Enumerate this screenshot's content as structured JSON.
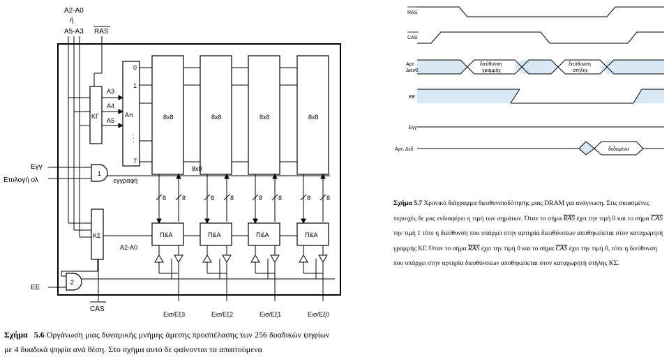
{
  "fig56": {
    "addr_top1": "A2-A0",
    "addr_top2": "ή",
    "addr_top3": "A5-A3",
    "ras_top": "RAS",
    "kg": "ΚΓ",
    "a3": "A3",
    "a4": "A4",
    "a5": "A5",
    "dec": "Απ",
    "dec_0": "0",
    "dec_1": "1",
    "dec_7": "7",
    "dots": ". . .",
    "egg_in": "Εγγ",
    "select_in": "Επιλογή ολ",
    "and1": "1",
    "and2": "2",
    "eggrafi": "εγγραφή",
    "ks": "ΚΣ",
    "a2a0": "A2-A0",
    "ee_in": "ΕΕ",
    "cas_bottom": "CAS",
    "cell": "8x8",
    "cell_mid": "8x8",
    "bus8": "8",
    "pa": "Π&Α",
    "io": [
      "Εισ/Εξ3",
      "Εισ/Εξ2",
      "Εισ/Εξ1",
      "Εισ/Εξ0"
    ]
  },
  "fig57": {
    "sig_ras": "RAS",
    "sig_cas": "CAS",
    "sig_addr1": "Αρτ.",
    "sig_addr2": "Διευθ.",
    "sig_ee": "ΕΕ",
    "sig_egg": "Εγγ",
    "sig_data": "Αρτ. Δεδ.",
    "row_addr1": "διεύθυνση",
    "row_addr2": "γραμμής",
    "col_addr1": "διεύθυνση",
    "col_addr2": "στήλης",
    "data": "δεδομένα"
  },
  "caption56": {
    "prefix": "Σχήμα",
    "num": "5.6",
    "text": "Οργάνωση μιας δυναμικής μνήμης άμεσης προσπέλασης των 256 δυαδικών ψηφίων με 4 δυαδικά ψηφία ανά θέση. Στο σχήμα αυτό δε φαίνονται τα απαιτούμενα"
  },
  "caption57": {
    "prefix": "Σχήμα",
    "num": "5.7",
    "p1": "Χρονικό διάγραμμα διευθυνσιοδότησης μιας DRAM για ανάγνωση. Στις σκιασμένες περιοχές δε μας ενδιαφέρει η τιμή των σημάτων. Όταν το σήμα",
    "ras": "RAS",
    "p2": "έχει την τιμή 0 και το σήμα",
    "cas": "CAS",
    "p3": "την τιμή 1 τότε η διεύθυνση που υπάρχει στην αρτηρία διευθύνσεων αποθηκεύεται στον καταχωρητή γραμμής ΚΓ. Όταν το σήμα",
    "p4": "έχει την τιμή 0 και το σήμα",
    "p5": "έχει την τιμή 0, τότε η διεύθυνση που υπάρχει στην αρτηρία διευθύνσεων αποθηκεύεται στον καταχωρητή στήλης ΚΣ."
  }
}
